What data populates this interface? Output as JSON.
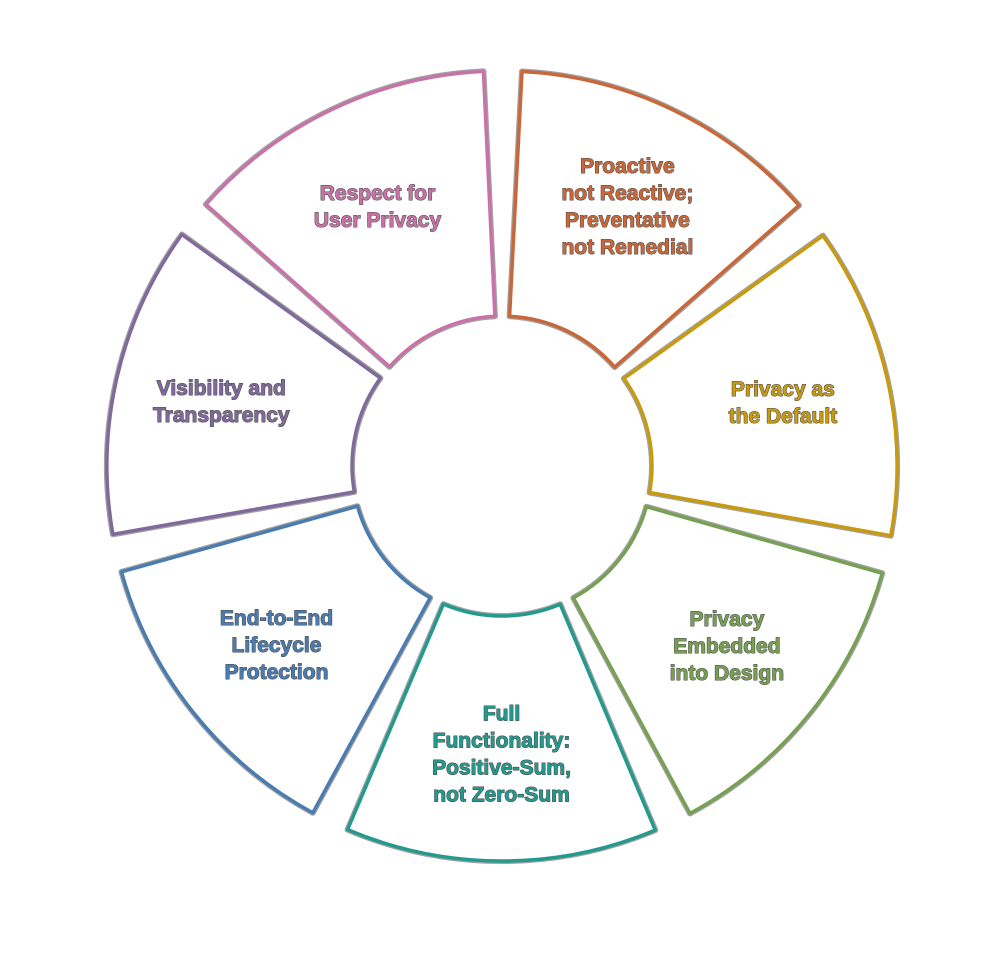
{
  "diagram": {
    "segments": [
      {
        "id": "proactive",
        "color": "#c8683a",
        "lines": [
          "Proactive",
          "not Reactive;",
          "Preventative",
          "not Remedial"
        ]
      },
      {
        "id": "default",
        "color": "#c79a12",
        "lines": [
          "Privacy as",
          "the Default"
        ]
      },
      {
        "id": "embedded",
        "color": "#78a055",
        "lines": [
          "Privacy",
          "Embedded",
          "into Design"
        ]
      },
      {
        "id": "full-functionality",
        "color": "#249a8e",
        "lines": [
          "Full",
          "Functionality:",
          "Positive-Sum,",
          "not Zero-Sum"
        ]
      },
      {
        "id": "lifecycle",
        "color": "#4a7cb0",
        "lines": [
          "End-to-End",
          "Lifecycle",
          "Protection"
        ]
      },
      {
        "id": "visibility",
        "color": "#806a9c",
        "lines": [
          "Visibility and",
          "Transparency"
        ]
      },
      {
        "id": "respect",
        "color": "#c873a8",
        "lines": [
          "Respect for",
          "User Privacy"
        ]
      }
    ]
  }
}
